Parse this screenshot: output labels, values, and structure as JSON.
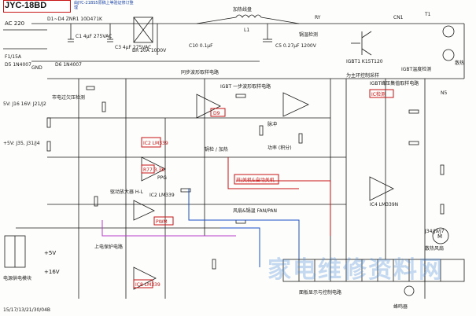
{
  "title": "JYC-18BD",
  "note": "由JYC-21BS5原稿上等验证修订整理",
  "watermark": "家电维修资料网",
  "colors": {
    "red": "#c81414",
    "blue": "#1a4fc8",
    "magenta": "#b83cc8",
    "dark": "#1a1a1a",
    "watermark": "#5a96dc"
  },
  "sections": {
    "ac_in": "AC 220",
    "fuse": "F1/15A",
    "bridge": "D1~D4 ZNR1 10D471K",
    "c1": "C1 4μF 275VAC",
    "c3": "C3 4μF 275VAC",
    "br": "BR 20A 1000V",
    "heat_coil": "加热线盘",
    "pot_detect": "锅温检测",
    "igbt": "IGBT1 K15T120",
    "igbt_detect": "IGBT温度检测",
    "fan_area": "散热",
    "sync_detect": "同步波形取样电路",
    "igbt_peak": "IGBT 一步波形取样电路",
    "igbt_voltage": "IGBT峰压集值取样电路",
    "over_volt": "市电过欠压检测",
    "drive": "驱动放大器 H-L",
    "fan_ctrl": "风扇&锅温 FAN/PAN",
    "buzzer": "蜂鸣器",
    "lm339a": "IC2 LM339",
    "lm339b": "IC2 LM339",
    "lm339c": "IC4 LM339N",
    "power_module": "电源供电模块",
    "panel": "面板显示与控制电路",
    "plus5": "+5V",
    "plus16": "+16V",
    "pwm_label": "PWM",
    "ppg": "PPG",
    "pot_sense": "锅检 / 加热",
    "protect": "上电保护电路",
    "fan_label": "散热风扇",
    "option": "开/关机&自动关机",
    "r77": "R77 3.3K",
    "d9": "D9",
    "ic_detect": "IC检测",
    "current_fb": "为主环控制采样",
    "pulse": "脉冲",
    "power_sample": "功率 (积分)",
    "t1": "T1",
    "l1": "L1",
    "c5": "C5 0.27μF 1200V",
    "c10": "C10 0.1μF",
    "bottom_scale": "15/17/13/21/30/04B",
    "side_volts": "+5V: J35, J31/J4",
    "vcc_left": "5V: J16 16V: J21/J2",
    "ic_u": "IC8 LM339",
    "relay": "RY",
    "n5": "N5",
    "n24": "J34/J9/J7",
    "d5": "D5 1N4007",
    "d6": "D6 1N4007",
    "cn1": "CN1",
    "fan_motor": "M",
    "gnd": "GND"
  }
}
